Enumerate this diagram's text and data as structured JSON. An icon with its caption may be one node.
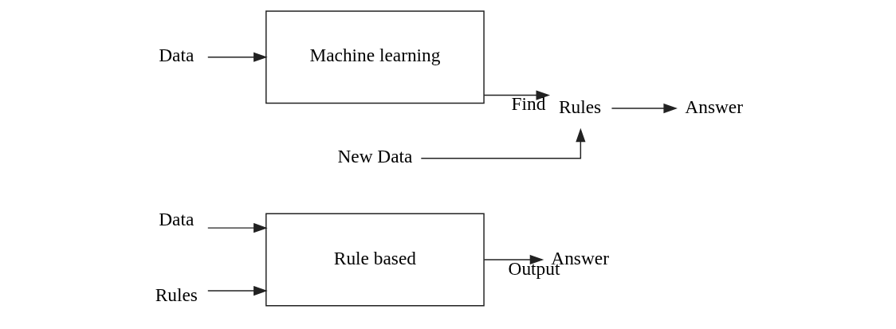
{
  "diagram": {
    "nodes": [
      {
        "text": [
          "Data"
        ]
      },
      {
        "text": [
          "Rules"
        ]
      },
      {
        "text": [
          "Rule based"
        ]
      },
      {
        "text": [
          "Answer"
        ]
      },
      {
        "text": [
          "Data"
        ]
      },
      {
        "text": [
          "Machine learning"
        ]
      },
      {
        "text": [
          "Rules"
        ]
      },
      {
        "text": [
          "Answer"
        ]
      },
      {
        "text": [
          "New Data"
        ]
      }
    ],
    "edges": [
      {
        "from": 0,
        "to": 2,
        "arrow": "to"
      },
      {
        "from": 1,
        "to": 2,
        "arrow": "to"
      },
      {
        "from": 2,
        "to": 3,
        "arrow": "to",
        "label": "Output"
      },
      {
        "from": 4,
        "to": 5,
        "arrow": "to"
      },
      {
        "from": 5,
        "to": 6,
        "arrow": "to",
        "label": "Find"
      },
      {
        "from": 6,
        "to": 7,
        "arrow": "to"
      },
      {
        "from": 8,
        "to": 6,
        "arrow": "to"
      }
    ]
  }
}
